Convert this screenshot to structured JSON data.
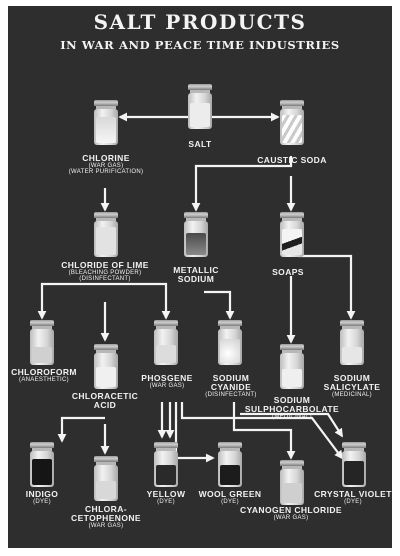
{
  "header": {
    "title": "SALT PRODUCTS",
    "subtitle": "IN WAR AND PEACE TIME INDUSTRIES"
  },
  "nodes": {
    "salt": {
      "name": "SALT"
    },
    "chlorine": {
      "name": "CHLORINE",
      "sub1": "(WAR GAS)",
      "sub2": "(WATER PURIFICATION)"
    },
    "caustic_soda": {
      "name": "CAUSTIC SODA"
    },
    "chloride_of_lime": {
      "name": "CHLORIDE OF LIME",
      "sub1": "(BLEACHING POWDER)",
      "sub2": "(DISINFECTANT)"
    },
    "metallic_sodium": {
      "name1": "METALLIC",
      "name2": "SODIUM"
    },
    "soaps": {
      "name": "SOAPS"
    },
    "chloroform": {
      "name": "CHLOROFORM",
      "sub1": "(ANAESTHETIC)"
    },
    "chloracetic_acid": {
      "name1": "CHLORACETIC",
      "name2": "ACID"
    },
    "phosgene": {
      "name": "PHOSGENE",
      "sub1": "(WAR GAS)"
    },
    "sodium_cyanide": {
      "name1": "SODIUM",
      "name2": "CYANIDE",
      "sub1": "(DISINFECTANT)"
    },
    "sodium_sulphocarbolate": {
      "name1": "SODIUM",
      "name2": "SULPHOCARBOLATE",
      "sub1": "(MEDICINAL)"
    },
    "sodium_salicylate": {
      "name1": "SODIUM",
      "name2": "SALICYLATE",
      "sub1": "(MEDICINAL)"
    },
    "indigo": {
      "name": "INDIGO",
      "sub1": "(DYE)"
    },
    "chloracetophenone": {
      "name1": "CHLORA-",
      "name2": "CETOPHENONE",
      "sub1": "(WAR GAS)"
    },
    "yellow": {
      "name": "YELLOW",
      "sub1": "(DYE)"
    },
    "wool_green": {
      "name": "WOOL GREEN",
      "sub1": "(DYE)"
    },
    "cyanogen_chloride": {
      "name": "CYANOGEN CHLORIDE",
      "sub1": "(WAR GAS)"
    },
    "crystal_violet": {
      "name": "CRYSTAL VIOLET",
      "sub1": "(DYE)"
    }
  }
}
